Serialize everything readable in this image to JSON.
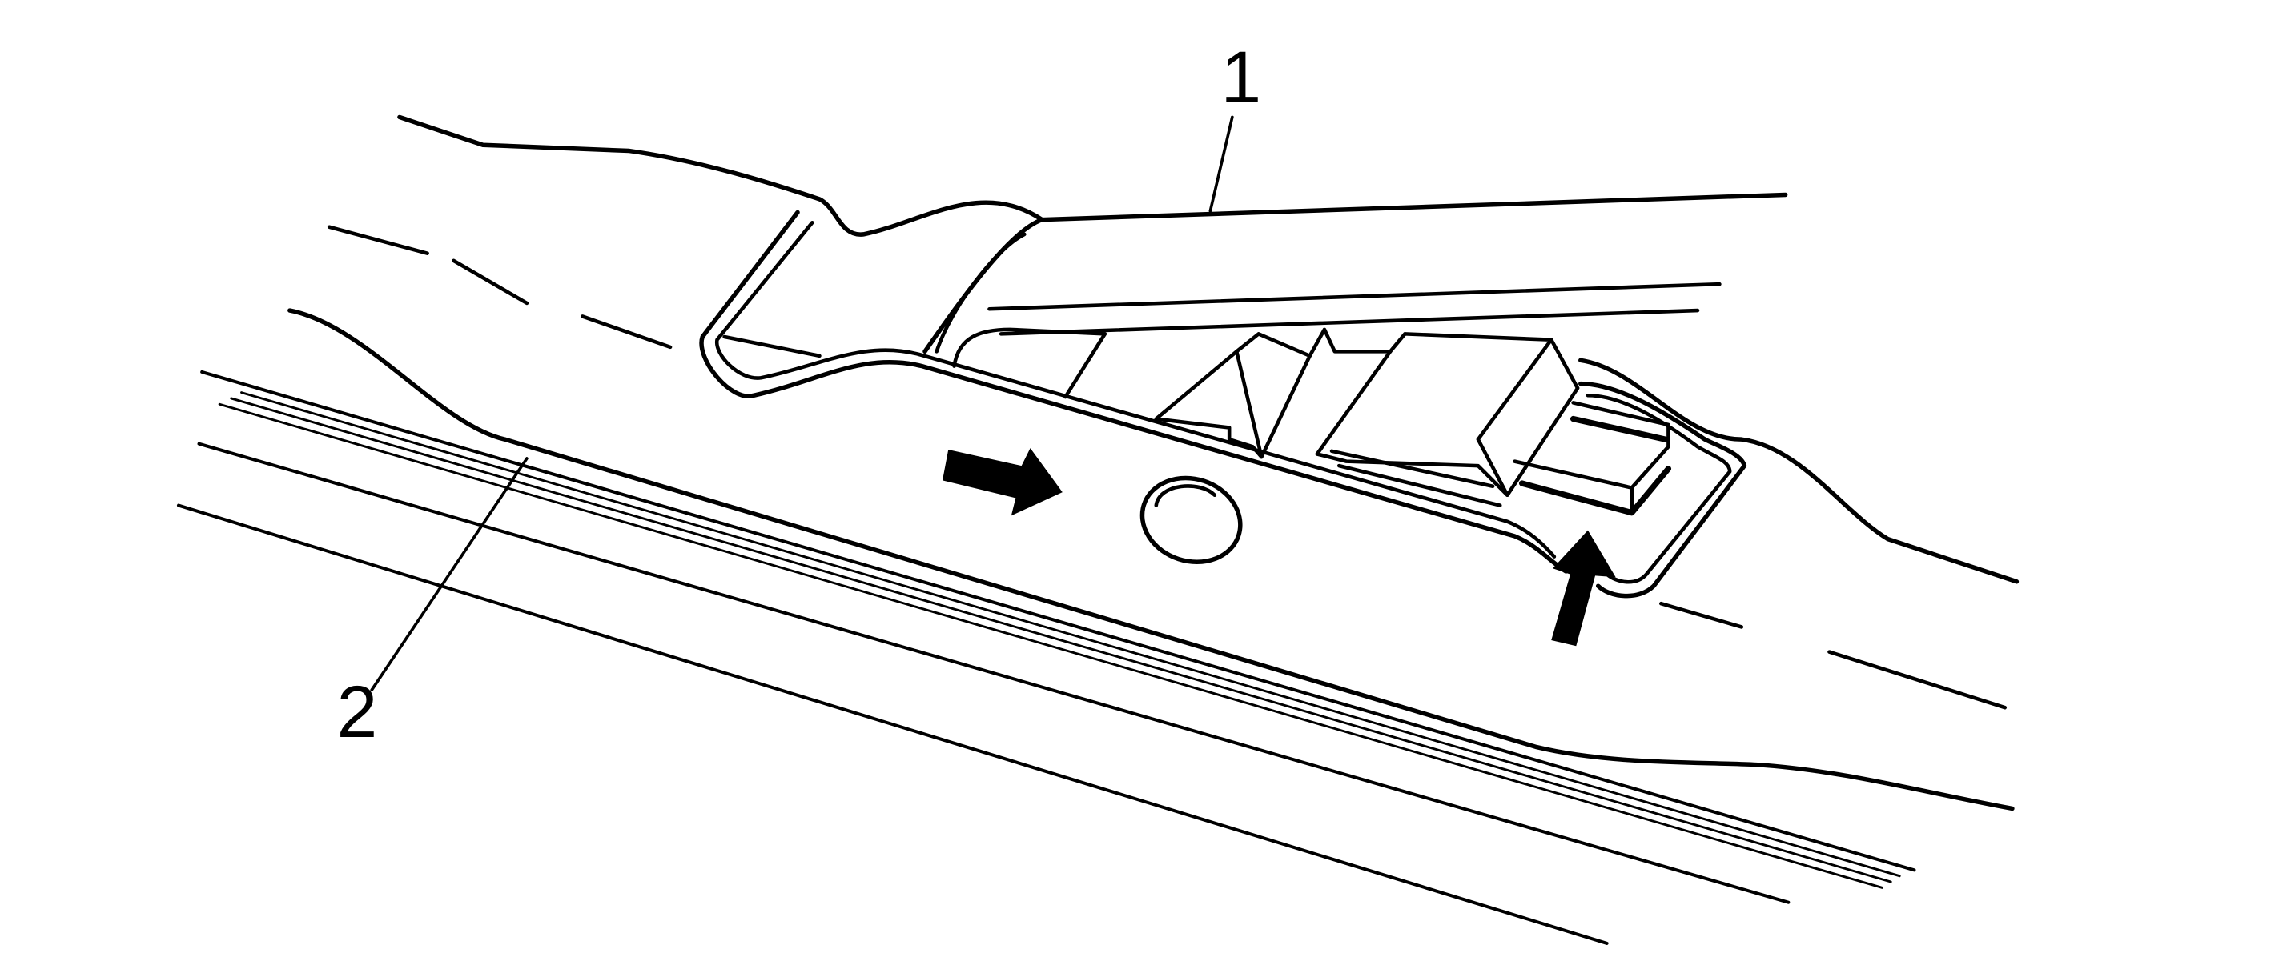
{
  "callouts": [
    {
      "label": "1",
      "target": "wiper-arm"
    },
    {
      "label": "2",
      "target": "wiper-blade"
    }
  ],
  "arrows": [
    {
      "direction": "right"
    },
    {
      "direction": "up"
    }
  ],
  "colors": {
    "line": "#000000",
    "background": "#ffffff"
  }
}
